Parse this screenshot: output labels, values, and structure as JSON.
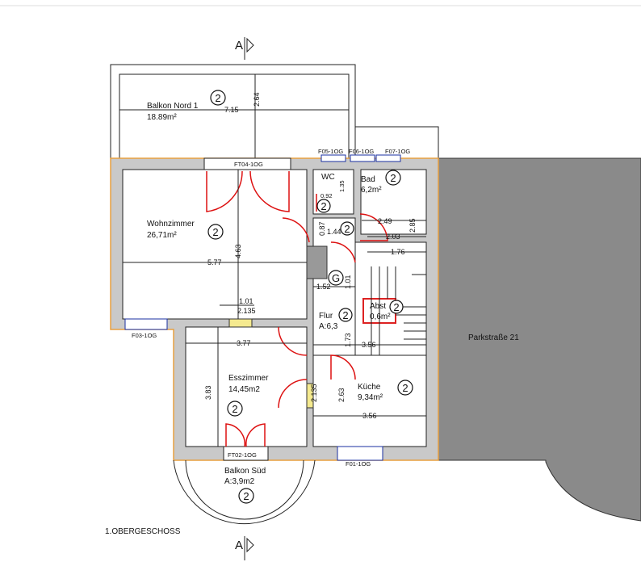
{
  "section_marker": "A",
  "floor_label": "1.OBERGESCHOSS",
  "room_number": "2",
  "stair_marker": "G",
  "neighbor": "Parkstraße 21",
  "rooms": {
    "balkon_nord": {
      "name": "Balkon Nord 1",
      "area": "18.89m²"
    },
    "wohnzimmer": {
      "name": "Wohnzimmer",
      "area": "26,71m²"
    },
    "wc": {
      "name": "WC"
    },
    "bad": {
      "name": "Bad",
      "area": "6,2m²"
    },
    "abst": {
      "name": "Abst",
      "area": "0,6m²"
    },
    "flur": {
      "name": "Flur",
      "area": "A:6,3"
    },
    "esszimmer": {
      "name": "Esszimmer",
      "area": "14,45m2"
    },
    "kueche": {
      "name": "Küche",
      "area": "9,34m²"
    },
    "balkon_sued": {
      "name": "Balkon Süd",
      "area": "A:3,9m2"
    }
  },
  "windows": [
    "F05-1OG",
    "F06-1OG",
    "F07-1OG",
    "FT04-1OG",
    "F03-1OG",
    "FT02-1OG",
    "F01-1OG"
  ],
  "dimensions": {
    "balkon_width": "7.15",
    "balkon_depth": "2.64",
    "wohn_width": "5.77",
    "wohn_depth": "4.63",
    "d101a": "1.01",
    "d2135a": "2.135",
    "ess_width": "3.77",
    "ess_depth": "3.83",
    "d087": "0.87",
    "d144": "1.44",
    "d249": "2.49",
    "d285": "2.85",
    "d203": "2.03",
    "d176": "1.76",
    "d152": "1.52",
    "d101b": "1.01",
    "d173": "1.73",
    "d356a": "3.56",
    "d2135b": "2.135",
    "d263": "2.63",
    "d356b": "3.56",
    "wc_w": "0.92",
    "wc_d": "1.35"
  }
}
